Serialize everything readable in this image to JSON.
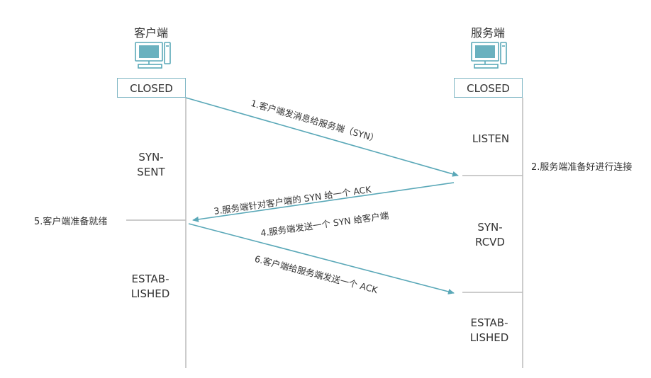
{
  "client": {
    "label": "客户端",
    "initial_state": "CLOSED",
    "states": {
      "syn_sent_1": "SYN-",
      "syn_sent_2": "SENT",
      "est_1": "ESTAB-",
      "est_2": "LISHED"
    },
    "side_note": "5.客户端准备就绪"
  },
  "server": {
    "label": "服务端",
    "initial_state": "CLOSED",
    "states": {
      "listen": "LISTEN",
      "syn_rcvd_1": "SYN-",
      "syn_rcvd_2": "RCVD",
      "est_1": "ESTAB-",
      "est_2": "LISHED"
    },
    "side_note": "2.服务端准备好进行连接"
  },
  "messages": {
    "m1": "1.客户端发消息给服务端（SYN）",
    "m3": "3.服务端针对客户端的 SYN 给一个 ACK",
    "m4": "4.服务端发送一个 SYN 给客户端",
    "m6": "6.客户端给服务端发送一个 ACK"
  },
  "colors": {
    "arrow": "#5aa8b8",
    "lifeline": "#bbbbbb",
    "box_border": "#7fb6c4",
    "computer": "#5aa8b8"
  }
}
